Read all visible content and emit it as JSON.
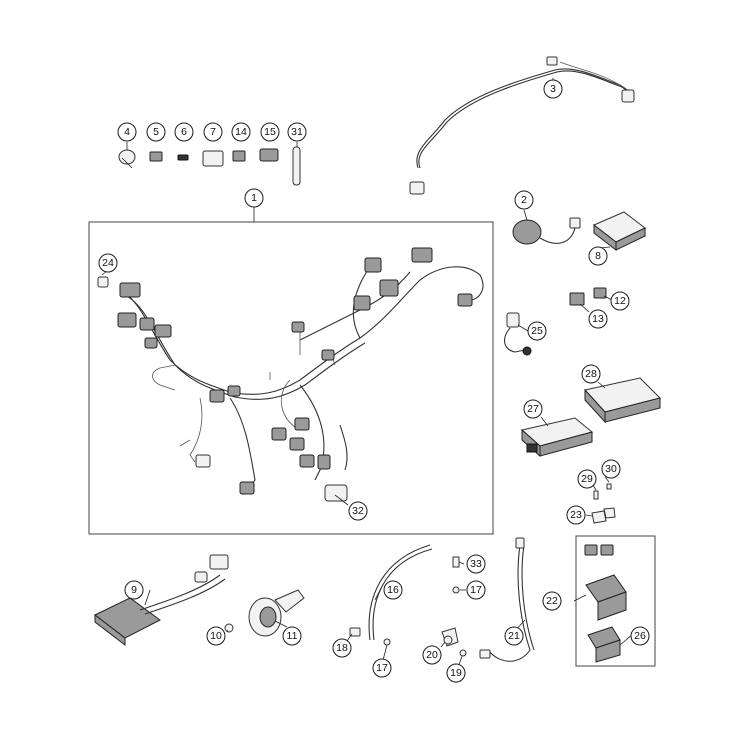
{
  "diagram": {
    "callouts": [
      "1",
      "2",
      "3",
      "4",
      "5",
      "6",
      "7",
      "8",
      "9",
      "10",
      "11",
      "12",
      "13",
      "14",
      "15",
      "16",
      "17",
      "17",
      "18",
      "19",
      "20",
      "21",
      "22",
      "23",
      "24",
      "25",
      "26",
      "27",
      "28",
      "29",
      "30",
      "31",
      "32",
      "33"
    ]
  }
}
